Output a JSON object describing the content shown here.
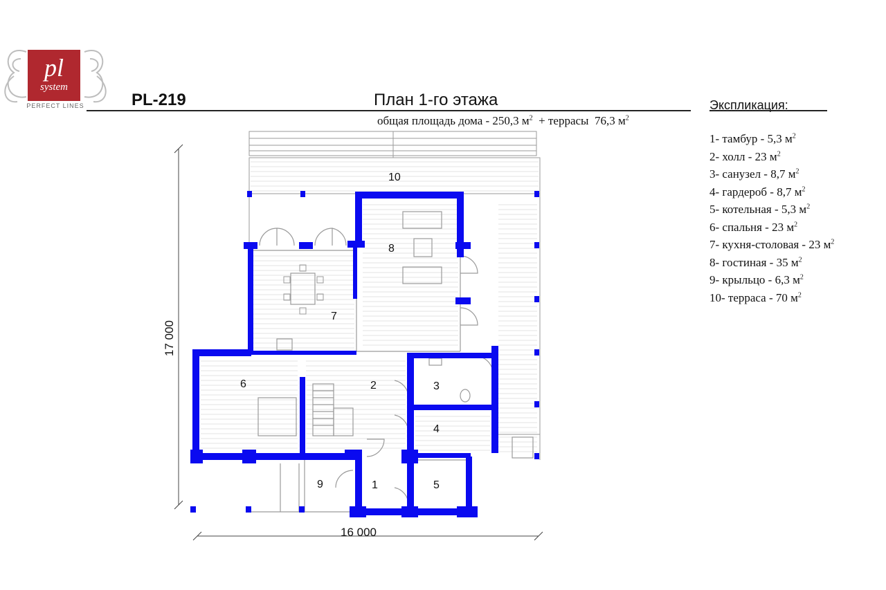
{
  "header": {
    "brand_logo": "pl system",
    "brand_tagline": "PERFECT LINES",
    "project_code": "PL-219",
    "plan_title": "План 1-го этажа",
    "area_prefix": "общая площадь дома - 250,3 м",
    "area_mid": "  + террасы  76,3 м",
    "area_sup": "2"
  },
  "explication": {
    "title": "Экспликация:",
    "items": [
      "1- тамбур - 5,3 м",
      "2- холл - 23 м",
      "3- санузел - 8,7 м",
      "4- гардероб - 8,7 м",
      "5- котельная - 5,3 м",
      "6- спальня - 23 м",
      "7- кухня-столовая - 23 м",
      "8- гостиная - 35 м",
      "9- крыльцо - 6,3 м",
      "10- терраса - 70 м"
    ],
    "unit_sup": "2"
  },
  "plan": {
    "room_numbers": [
      "1",
      "2",
      "3",
      "4",
      "5",
      "6",
      "7",
      "8",
      "9",
      "10"
    ],
    "width_label": "16 000",
    "height_label": "17 000",
    "wall_color": "#0a0af0",
    "line_color": "#9a9a9a"
  }
}
